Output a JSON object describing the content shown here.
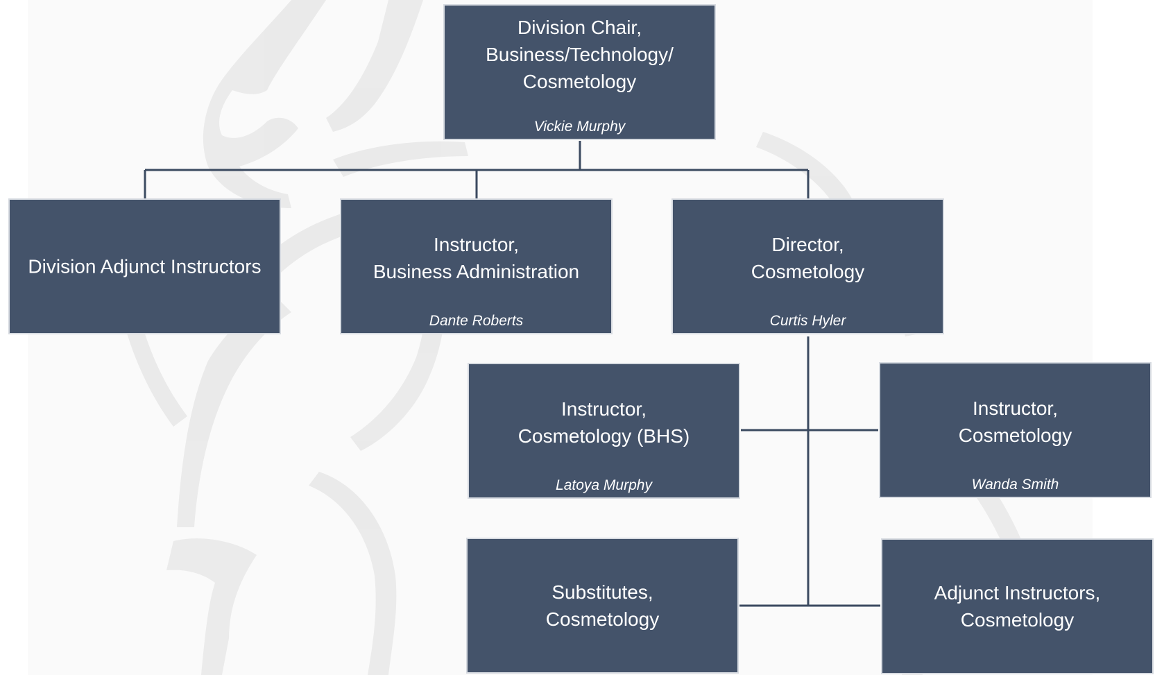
{
  "org_chart": {
    "root": {
      "title": "Division Chair,\nBusiness/Technology/\nCosmetology",
      "person": "Vickie Murphy"
    },
    "level2": [
      {
        "title": "Division Adjunct Instructors",
        "person": ""
      },
      {
        "title": "Instructor,\nBusiness Administration",
        "person": "Dante Roberts"
      },
      {
        "title": "Director,\nCosmetology",
        "person": "Curtis Hyler"
      }
    ],
    "level3": [
      {
        "title": "Instructor,\nCosmetology (BHS)",
        "person": "Latoya Murphy"
      },
      {
        "title": "Instructor,\nCosmetology",
        "person": "Wanda Smith"
      },
      {
        "title": "Substitutes,\nCosmetology",
        "person": ""
      },
      {
        "title": "Adjunct Instructors,\nCosmetology",
        "person": ""
      }
    ]
  },
  "colors": {
    "box_fill": "#44536a",
    "box_border": "#d7dbe1",
    "connector": "#3b4a60",
    "text": "#ffffff",
    "watermark": "#e6e6e6"
  }
}
